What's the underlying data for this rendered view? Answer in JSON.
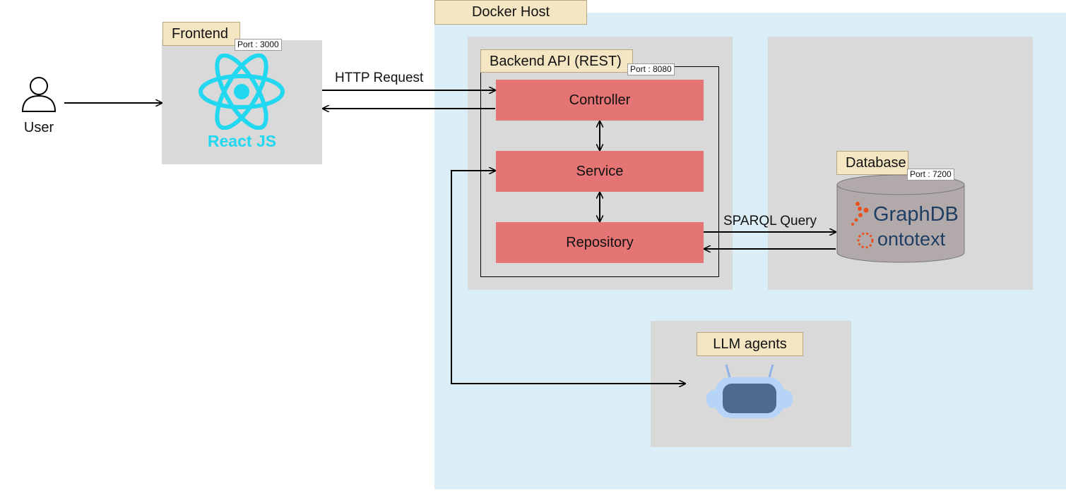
{
  "user": {
    "label": "User"
  },
  "docker_host": {
    "label": "Docker Host",
    "color": "#dbedf7"
  },
  "frontend": {
    "label": "Frontend",
    "port": "Port : 3000",
    "logo_text": "React JS",
    "logo_color": "#22d8f0"
  },
  "backend": {
    "label": "Backend API (REST)",
    "port": "Port : 8080",
    "layers": [
      "Controller",
      "Service",
      "Repository"
    ],
    "layer_color": "#e57474"
  },
  "database": {
    "label": "Database",
    "port": "Port : 7200",
    "logo_primary": "GraphDB",
    "logo_secondary": "ontotext"
  },
  "llm": {
    "label": "LLM agents"
  },
  "edges": {
    "http": "HTTP Request",
    "sparql": "SPARQL Query"
  }
}
